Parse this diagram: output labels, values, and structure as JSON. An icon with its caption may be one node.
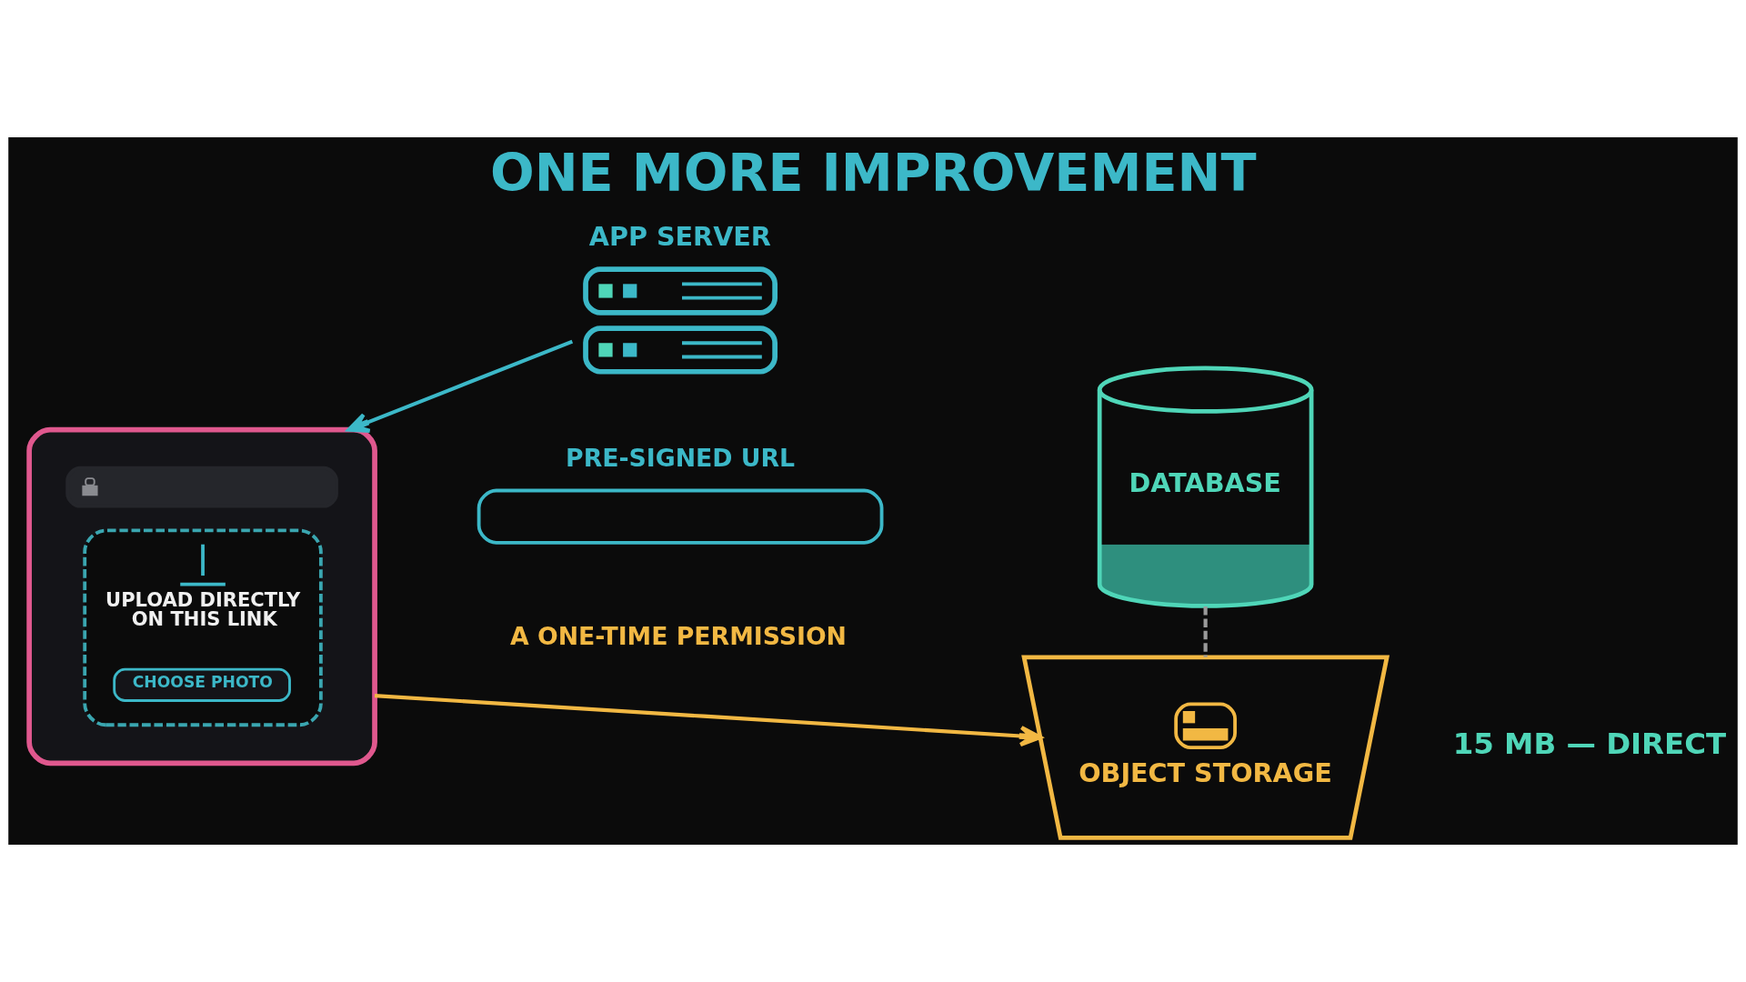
{
  "diagram": {
    "title": "ONE MORE IMPROVEMENT",
    "nodes": [
      {
        "text": [],
        "shape": "box"
      },
      {
        "text": [],
        "shape": "bar",
        "in": 0
      },
      {
        "text": [
          "UPLOAD DIRECTLY ON THIS LINK"
        ],
        "in": 0
      },
      {
        "text": [
          "CHOOSE PHOTO"
        ],
        "in": 2
      },
      {
        "text": [
          "APP SERVER"
        ]
      },
      {
        "text": [
          "PRE-SIGNED URL"
        ]
      },
      {
        "text": [
          "DATABASE"
        ]
      },
      {
        "text": [
          "OBJECT STORAGE"
        ],
        "beside": [
          "15 MB — DIRECT"
        ]
      }
    ],
    "edges": [
      {
        "from": 4,
        "to": 0,
        "arrow": "to",
        "color": "#3cb8c8"
      },
      {
        "from": 0,
        "to": 7,
        "arrow": "to",
        "color": "#f2b843"
      },
      {
        "from": 6,
        "to": 7,
        "arrow": "none",
        "style": "dashed",
        "color": "#9a9a9a"
      }
    ],
    "labels": [
      "A ONE-TIME PERMISSION"
    ]
  }
}
